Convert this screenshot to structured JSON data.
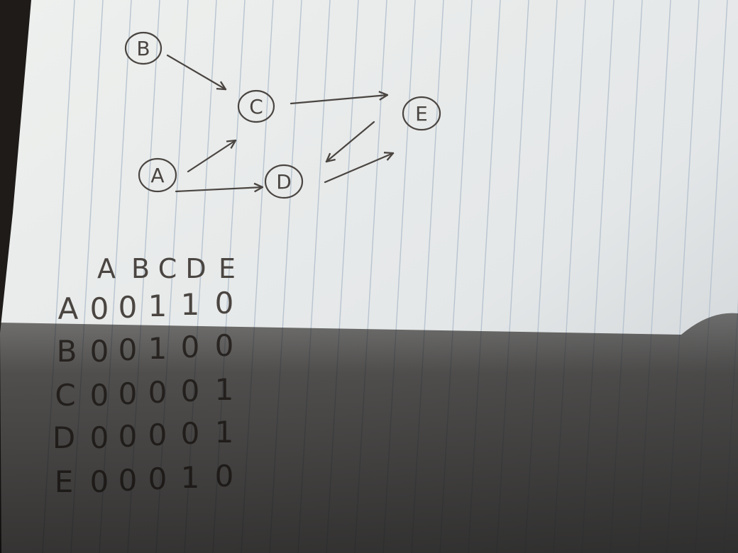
{
  "graph": {
    "nodes": [
      {
        "id": "A",
        "label": "A"
      },
      {
        "id": "B",
        "label": "B"
      },
      {
        "id": "C",
        "label": "C"
      },
      {
        "id": "D",
        "label": "D"
      },
      {
        "id": "E",
        "label": "E"
      }
    ],
    "edges": [
      {
        "from": "B",
        "to": "C"
      },
      {
        "from": "A",
        "to": "C"
      },
      {
        "from": "A",
        "to": "D"
      },
      {
        "from": "C",
        "to": "E"
      },
      {
        "from": "D",
        "to": "E"
      },
      {
        "from": "E",
        "to": "D"
      }
    ]
  },
  "matrix": {
    "columns": [
      "A",
      "B",
      "C",
      "D",
      "E"
    ],
    "rows": [
      {
        "label": "A",
        "values": [
          "0",
          "0",
          "1",
          "1",
          "0"
        ]
      },
      {
        "label": "B",
        "values": [
          "0",
          "0",
          "1",
          "0",
          "0"
        ]
      },
      {
        "label": "C",
        "values": [
          "0",
          "0",
          "0",
          "0",
          "1"
        ]
      },
      {
        "label": "D",
        "values": [
          "0",
          "0",
          "0",
          "0",
          "1"
        ]
      },
      {
        "label": "E",
        "values": [
          "0",
          "0",
          "0",
          "1",
          "0"
        ]
      }
    ]
  },
  "colors": {
    "paper": "#eef0ee",
    "rule": "#b8c4d0",
    "ink": "#4a4541",
    "shadow": "#1e1b19",
    "background": "#1e1b19"
  }
}
